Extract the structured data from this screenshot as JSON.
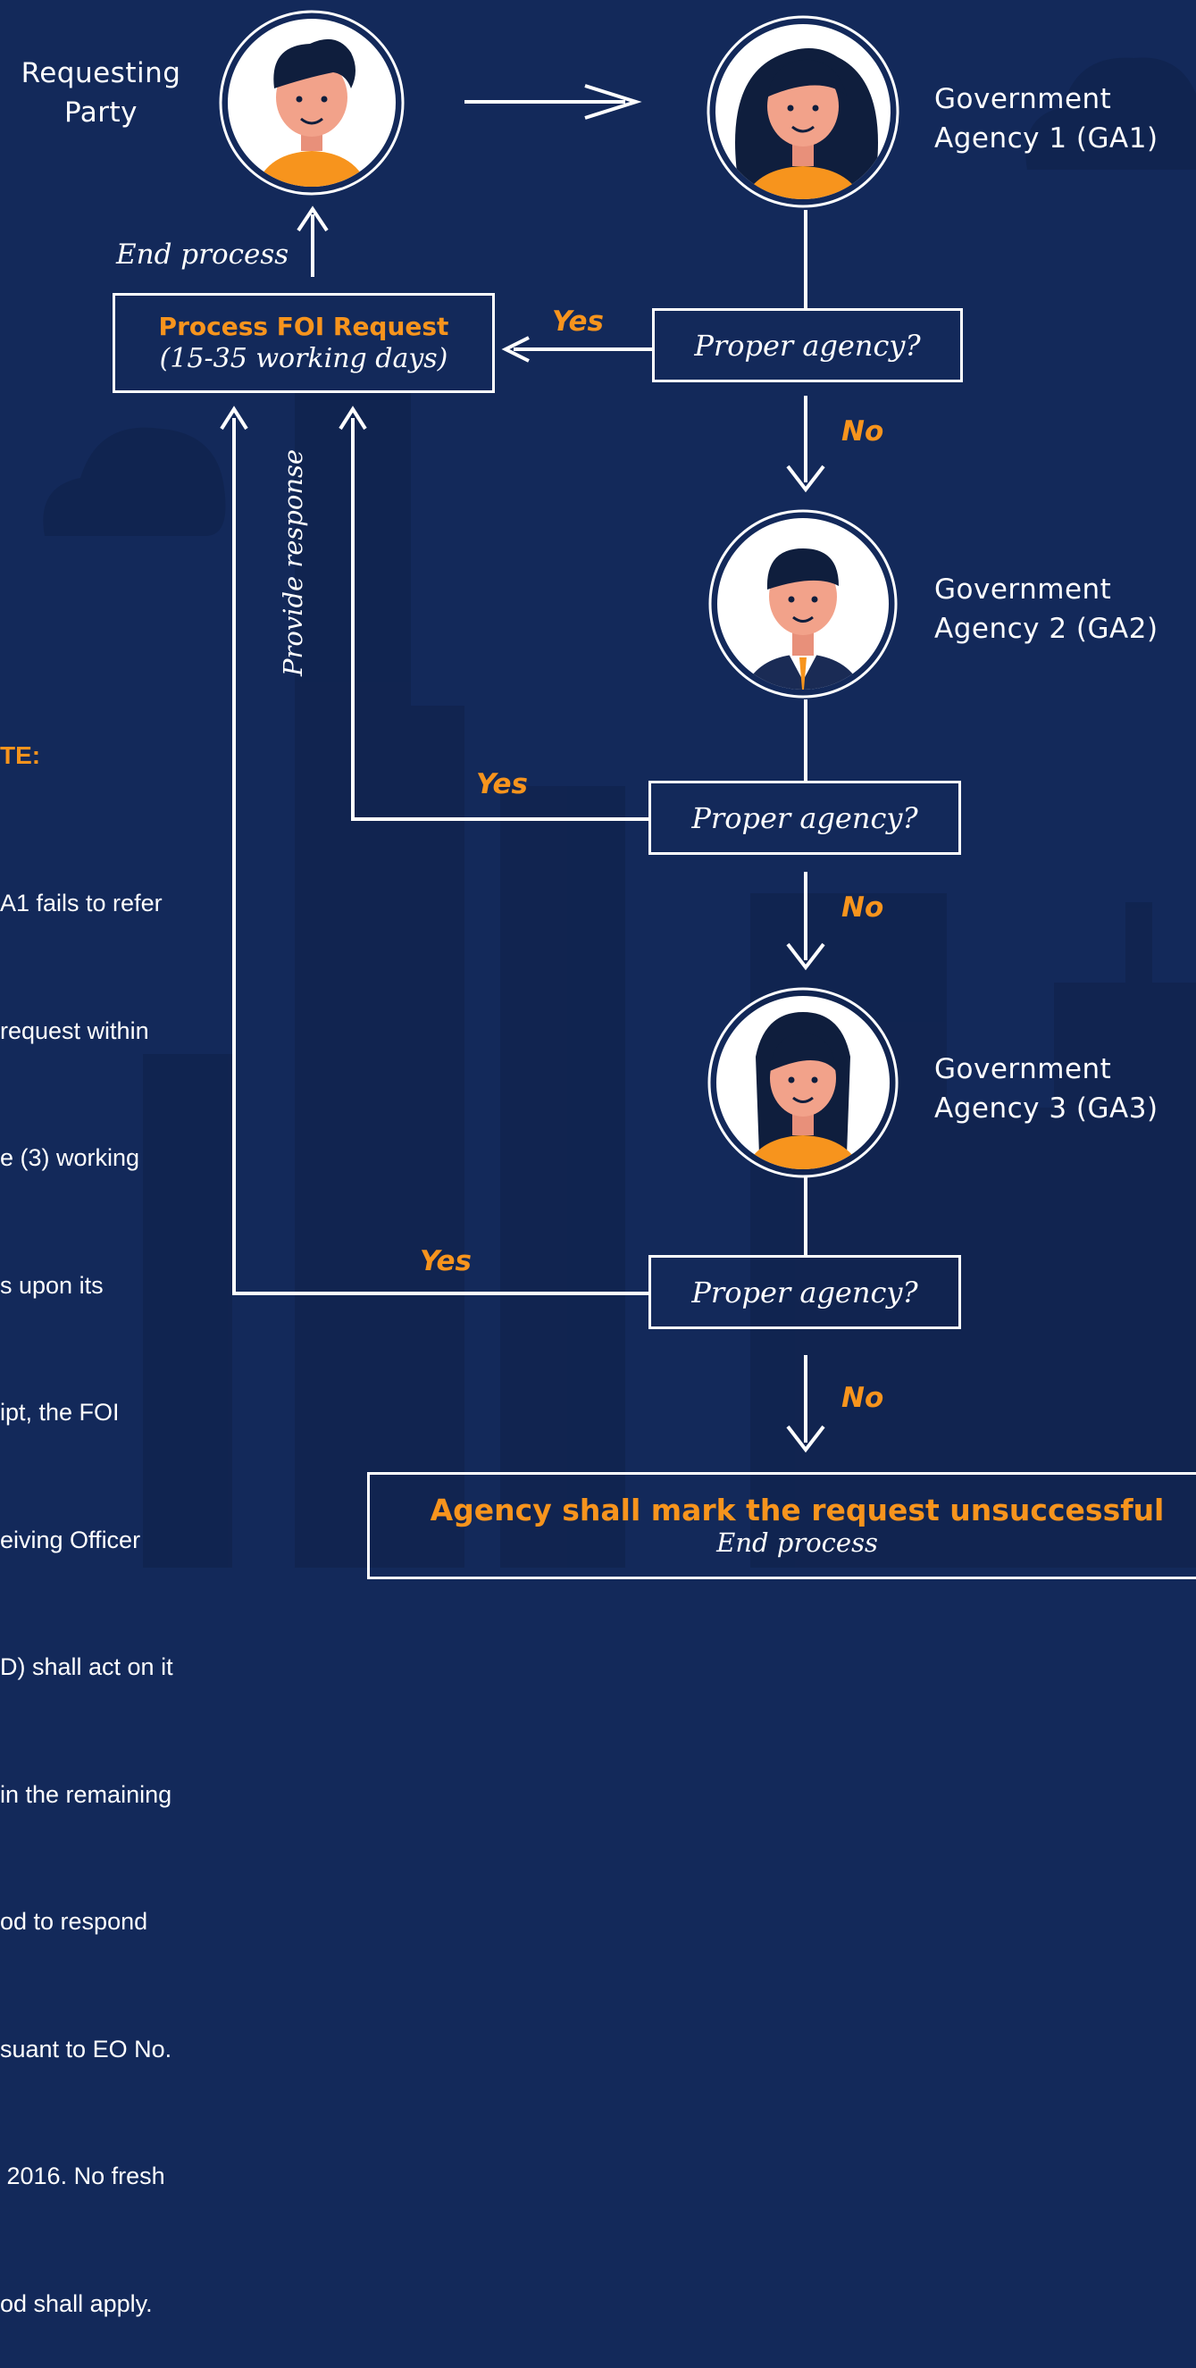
{
  "nodes": {
    "requesting_party": "Requesting\nParty",
    "ga1": "Government\nAgency 1 (GA1)",
    "ga2": "Government\nAgency 2 (GA2)",
    "ga3": "Government\nAgency 3 (GA3)"
  },
  "process_box": {
    "title": "Process FOI Request",
    "subtitle": "(15-35 working days)"
  },
  "end_process_label": "End process",
  "provide_response_label": "Provide response",
  "decisions": {
    "q1": "Proper agency?",
    "q2": "Proper agency?",
    "q3": "Proper agency?"
  },
  "branches": {
    "yes1": "Yes",
    "no1": "No",
    "yes2": "Yes",
    "no2": "No",
    "yes3": "Yes",
    "no3": "No"
  },
  "final_box": {
    "title": "Agency shall mark the request unsuccessful",
    "subtitle": "End process"
  },
  "note": {
    "heading": "TE:",
    "lines": [
      "A1 fails to refer",
      "request within",
      "e (3) working",
      "s upon its",
      "ipt, the FOI",
      "eiving Officer",
      "D) shall act on it",
      "in the remaining",
      "od to respond",
      "suant to EO No.",
      " 2016. No fresh",
      "od shall apply."
    ]
  },
  "colors": {
    "background": "#13295a",
    "accent": "#f7941d",
    "line": "#ffffff"
  }
}
